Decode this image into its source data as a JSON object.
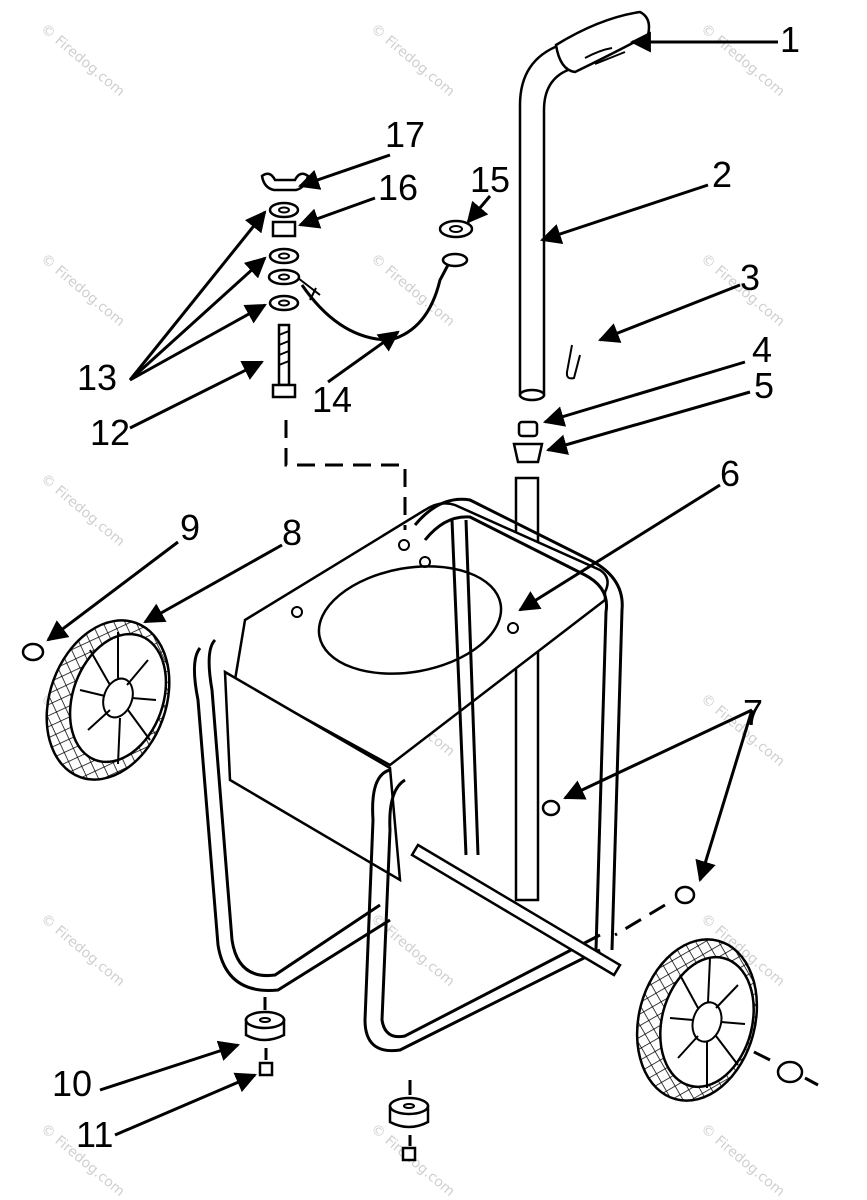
{
  "callouts": [
    {
      "id": "1",
      "label": "1"
    },
    {
      "id": "2",
      "label": "2"
    },
    {
      "id": "3",
      "label": "3"
    },
    {
      "id": "4",
      "label": "4"
    },
    {
      "id": "5",
      "label": "5"
    },
    {
      "id": "6",
      "label": "6"
    },
    {
      "id": "7",
      "label": "7"
    },
    {
      "id": "8",
      "label": "8"
    },
    {
      "id": "9",
      "label": "9"
    },
    {
      "id": "10",
      "label": "10"
    },
    {
      "id": "11",
      "label": "11"
    },
    {
      "id": "12",
      "label": "12"
    },
    {
      "id": "13",
      "label": "13"
    },
    {
      "id": "14",
      "label": "14"
    },
    {
      "id": "15",
      "label": "15"
    },
    {
      "id": "16",
      "label": "16"
    },
    {
      "id": "17",
      "label": "17"
    }
  ],
  "watermark": "© Firedog.com"
}
